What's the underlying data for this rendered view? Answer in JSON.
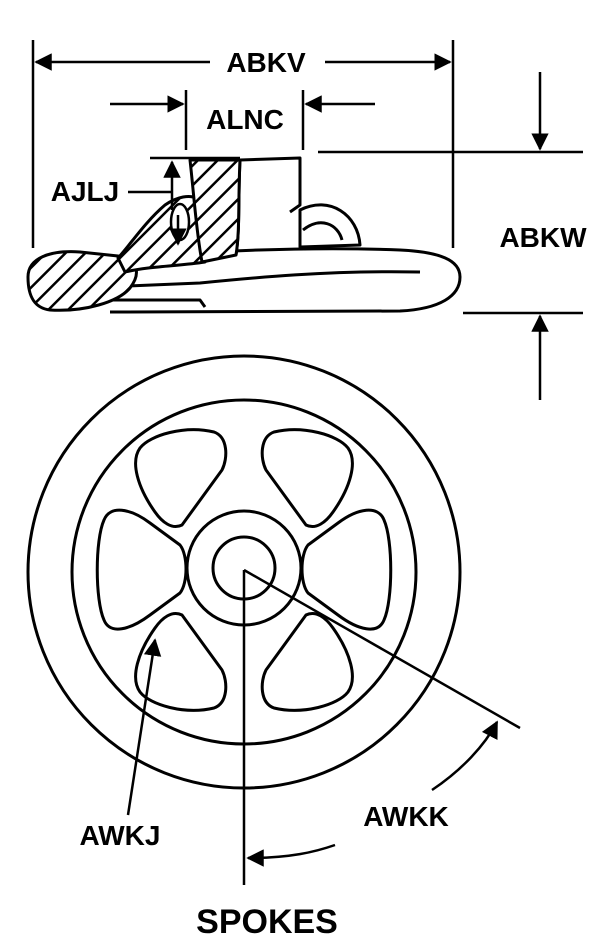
{
  "labels": {
    "abkv": "ABKV",
    "alnc": "ALNC",
    "ajlj": "AJLJ",
    "abkw": "ABKW",
    "awkj": "AWKJ",
    "awkk": "AWKK",
    "spokes": "SPOKES"
  }
}
